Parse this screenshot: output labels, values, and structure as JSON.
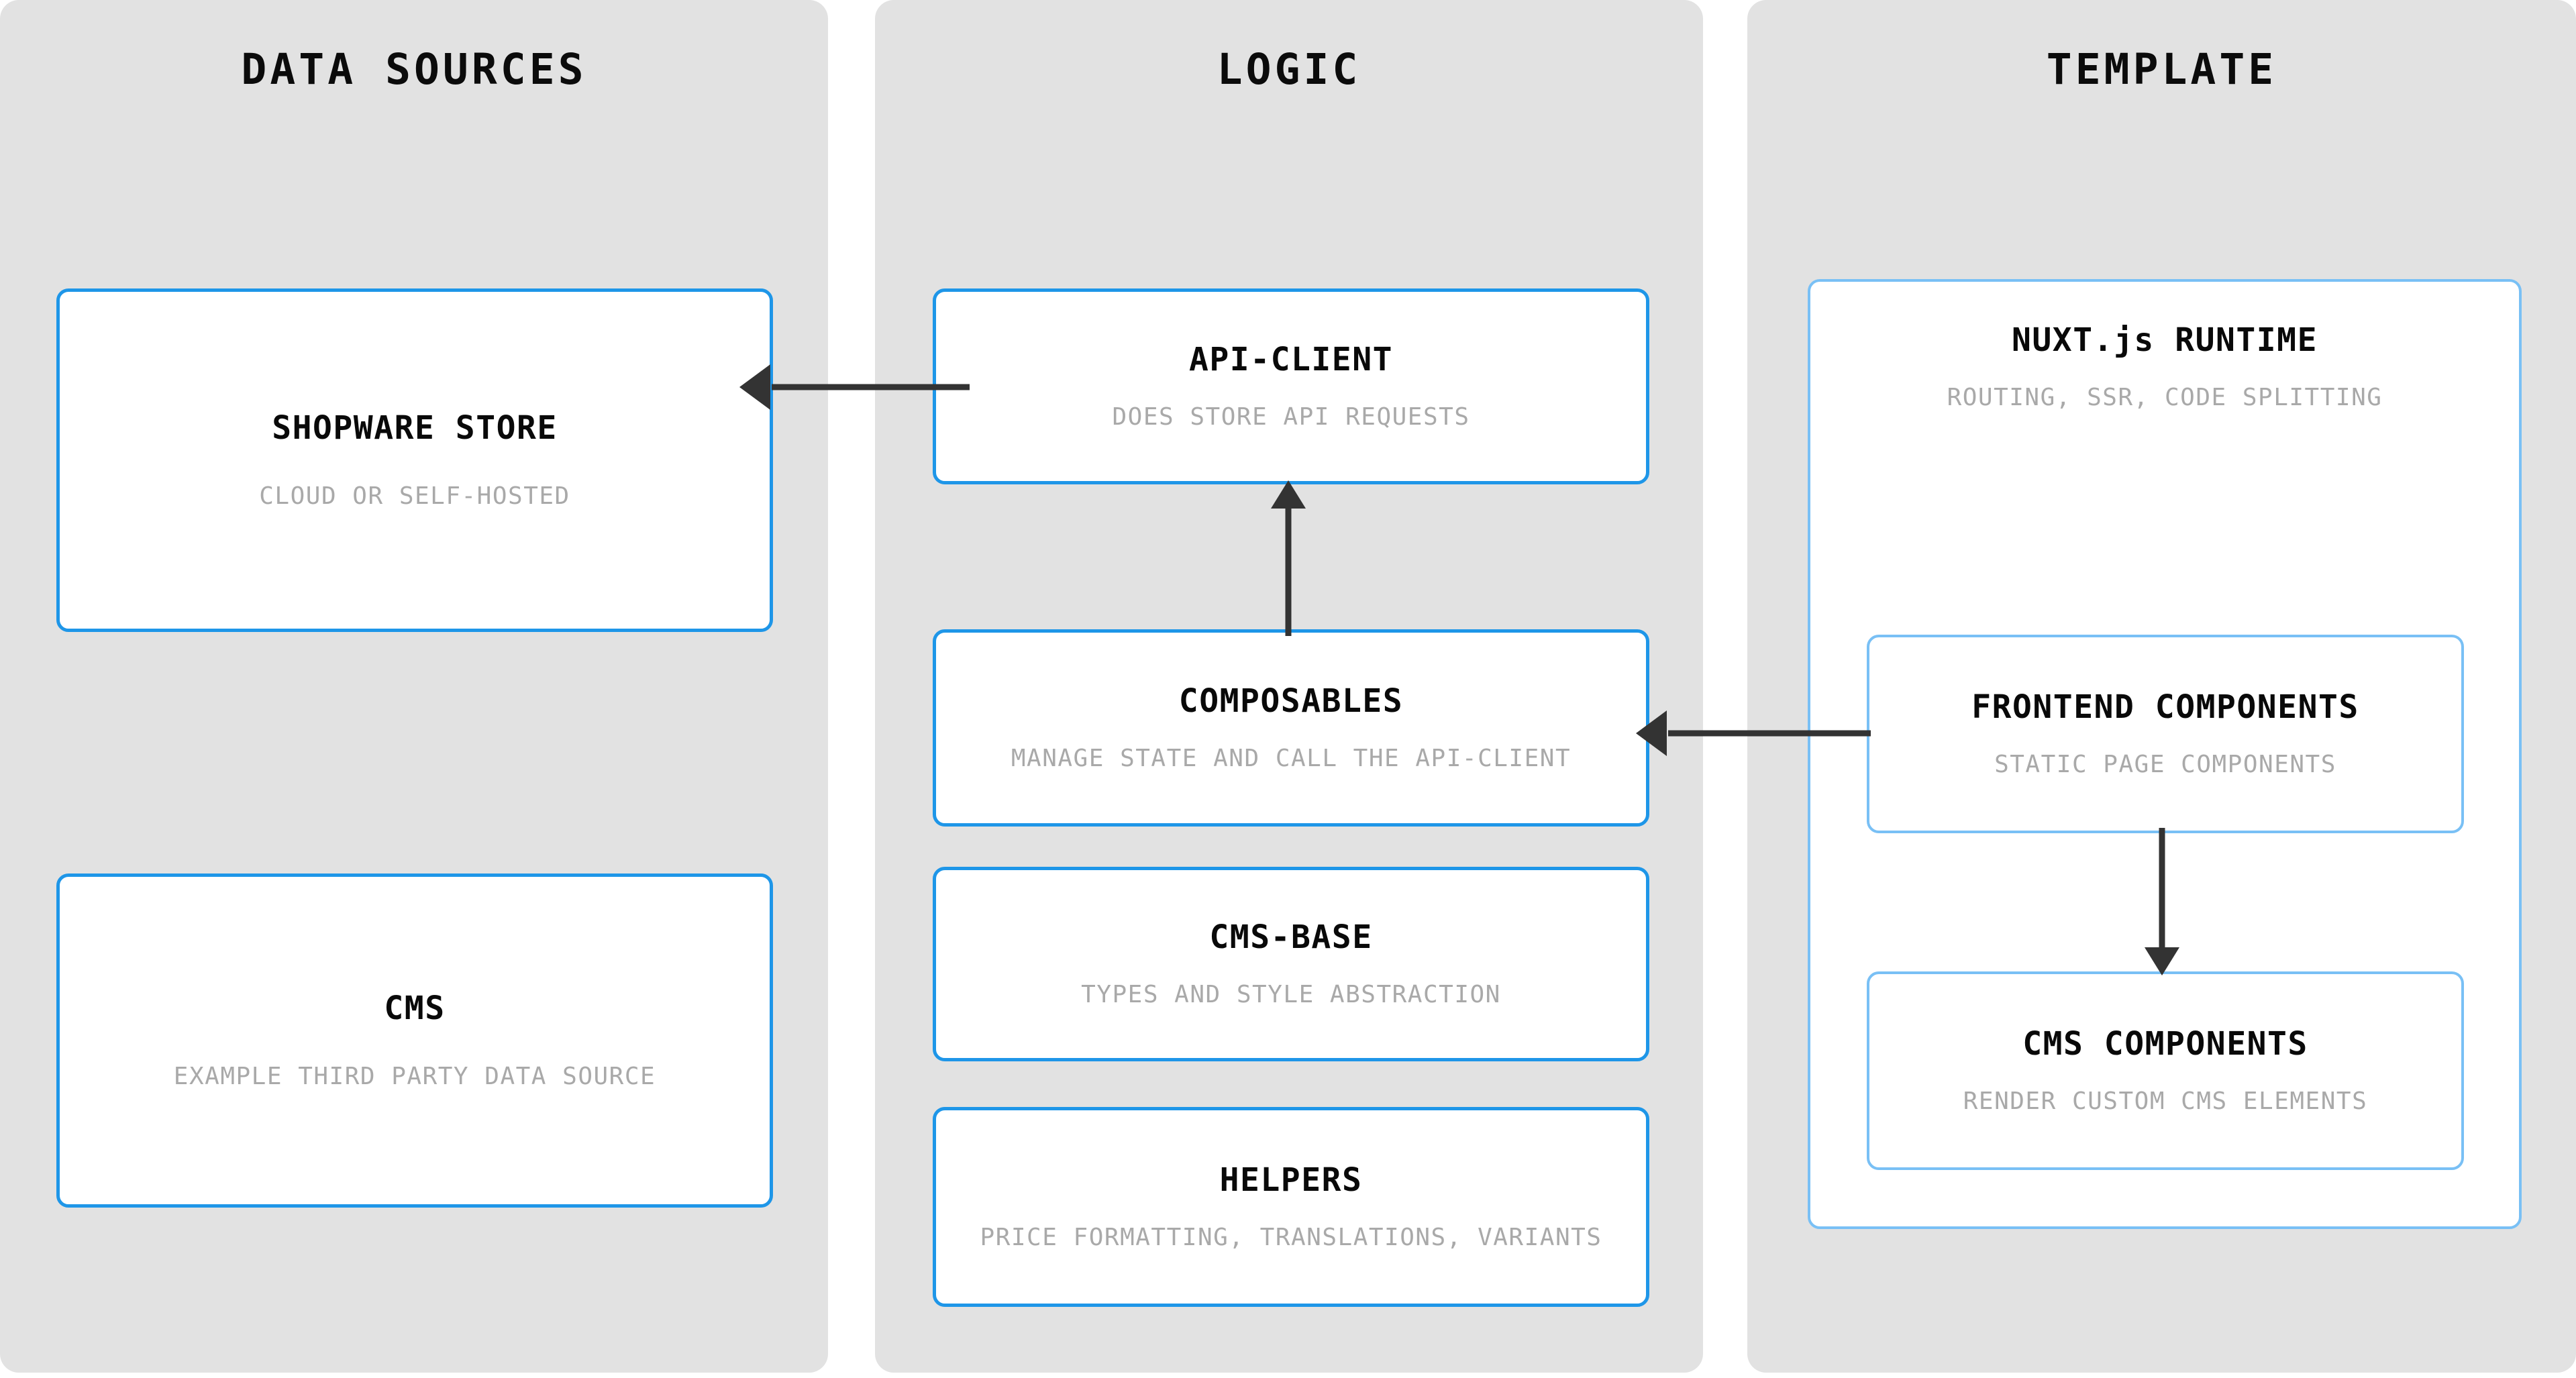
{
  "columns": [
    {
      "id": "data-sources",
      "title": "DATA SOURCES",
      "nodes": [
        {
          "id": "shopware-store",
          "title": "SHOPWARE STORE",
          "subtitle": "CLOUD OR SELF-HOSTED"
        },
        {
          "id": "cms",
          "title": "CMS",
          "subtitle": "EXAMPLE THIRD PARTY DATA SOURCE"
        }
      ]
    },
    {
      "id": "logic",
      "title": "LOGIC",
      "nodes": [
        {
          "id": "api-client",
          "title": "API-CLIENT",
          "subtitle": "DOES STORE API REQUESTS"
        },
        {
          "id": "composables",
          "title": "COMPOSABLES",
          "subtitle": "MANAGE STATE AND CALL THE API-CLIENT"
        },
        {
          "id": "cms-base",
          "title": "CMS-BASE",
          "subtitle": "TYPES AND STYLE ABSTRACTION"
        },
        {
          "id": "helpers",
          "title": "HELPERS",
          "subtitle": "PRICE FORMATTING, TRANSLATIONS, VARIANTS"
        }
      ]
    },
    {
      "id": "template",
      "title": "TEMPLATE",
      "nodes": [
        {
          "id": "nuxt-runtime",
          "title": "NUXT.js RUNTIME",
          "subtitle": "ROUTING, SSR, CODE SPLITTING"
        },
        {
          "id": "frontend-components",
          "title": "FRONTEND COMPONENTS",
          "subtitle": "STATIC PAGE COMPONENTS"
        },
        {
          "id": "cms-components",
          "title": "CMS COMPONENTS",
          "subtitle": "RENDER CUSTOM CMS ELEMENTS"
        }
      ]
    }
  ],
  "arrows": [
    {
      "id": "api-client-to-shopware-store",
      "from": "api-client",
      "to": "shopware-store",
      "direction": "left"
    },
    {
      "id": "composables-to-api-client",
      "from": "composables",
      "to": "api-client",
      "direction": "up"
    },
    {
      "id": "frontend-components-to-composables",
      "from": "frontend-components",
      "to": "composables",
      "direction": "left"
    },
    {
      "id": "frontend-components-to-cms-components",
      "from": "frontend-components",
      "to": "cms-components",
      "direction": "down"
    }
  ],
  "colors": {
    "panel_background": "#e2e2e2",
    "page_background": "#ffffff",
    "node_background": "#ffffff",
    "node_border_primary": "#1e96e8",
    "node_border_secondary": "#79c0f5",
    "title_text": "#090909",
    "subtitle_text": "#a9a9a9",
    "arrow": "#333333"
  }
}
